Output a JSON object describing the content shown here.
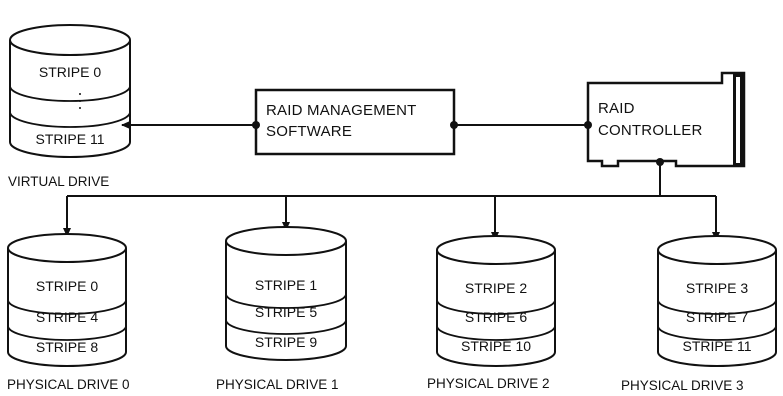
{
  "virtual_drive": {
    "caption": "VIRTUAL DRIVE",
    "stripes": [
      "STRIPE 0",
      "STRIPE 11"
    ]
  },
  "software_box": {
    "line1": "RAID MANAGEMENT",
    "line2": "SOFTWARE"
  },
  "controller_box": {
    "line1": "RAID",
    "line2": "CONTROLLER"
  },
  "physical_drives": [
    {
      "caption": "PHYSICAL DRIVE 0",
      "stripes": [
        "STRIPE 0",
        "STRIPE 4",
        "STRIPE 8"
      ]
    },
    {
      "caption": "PHYSICAL DRIVE 1",
      "stripes": [
        "STRIPE 1",
        "STRIPE 5",
        "STRIPE 9"
      ]
    },
    {
      "caption": "PHYSICAL DRIVE 2",
      "stripes": [
        "STRIPE 2",
        "STRIPE 6",
        "STRIPE 10"
      ]
    },
    {
      "caption": "PHYSICAL DRIVE 3",
      "stripes": [
        "STRIPE 3",
        "STRIPE 7",
        "STRIPE 11"
      ]
    }
  ]
}
